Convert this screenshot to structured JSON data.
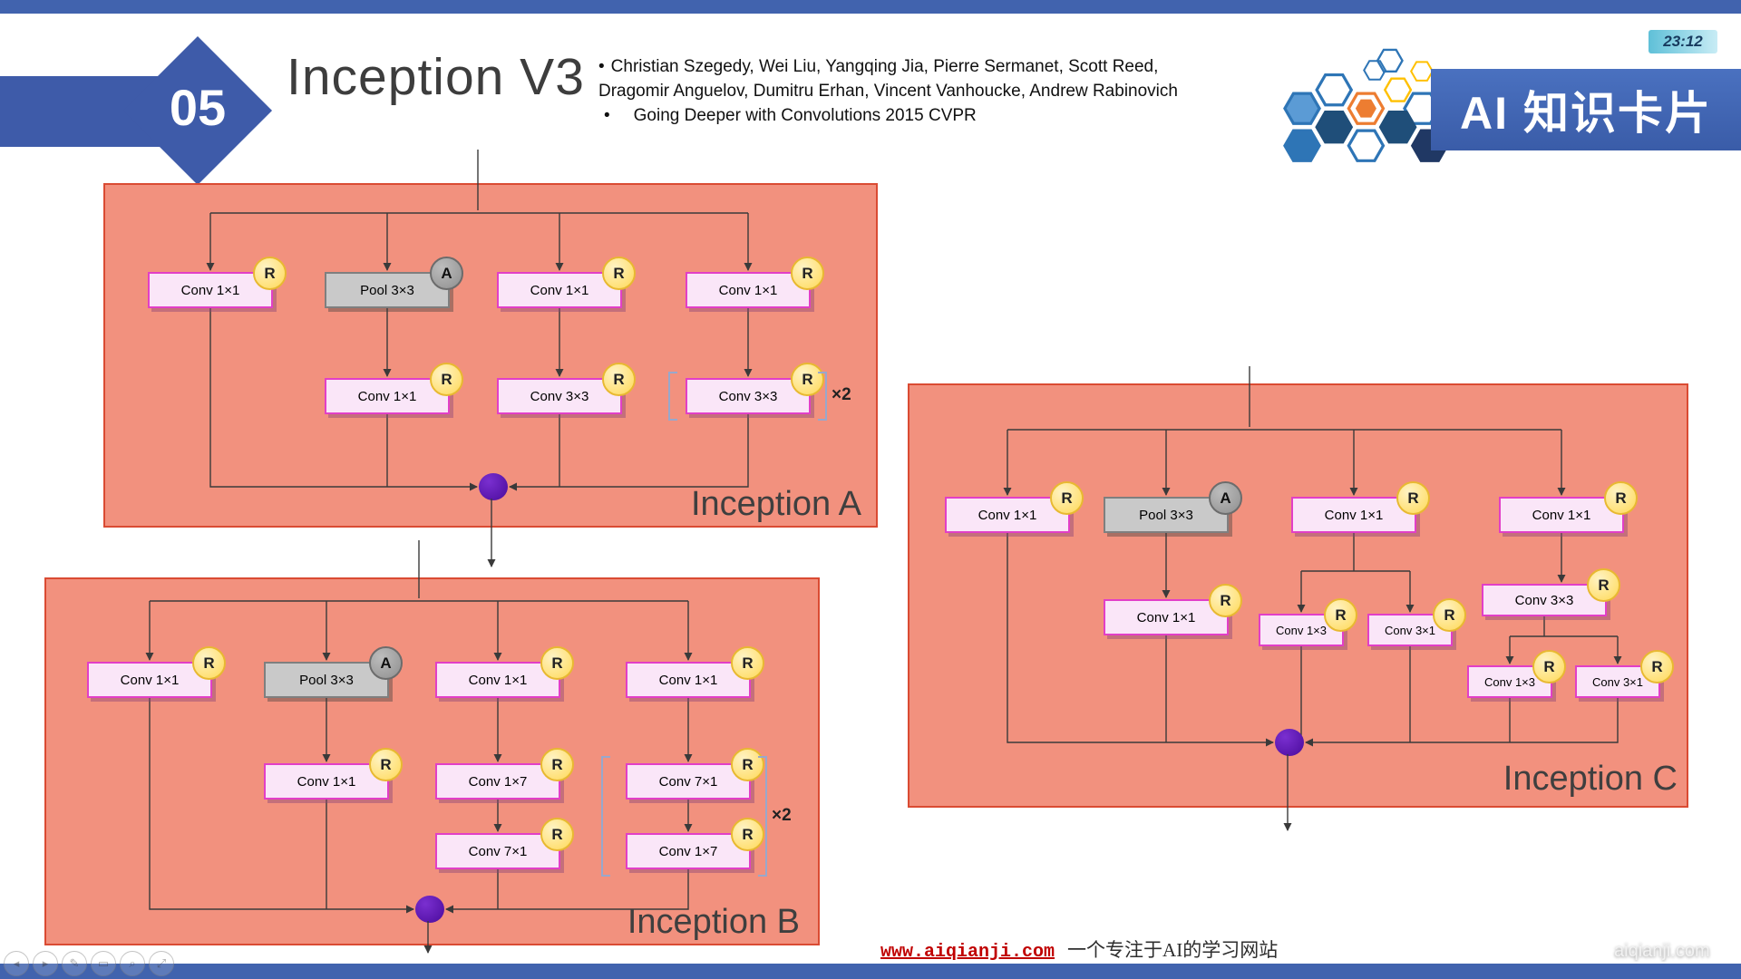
{
  "header": {
    "slide_number": "05",
    "title": "Inception V3",
    "bullet": "•",
    "authors_line1": "Christian Szegedy, Wei Liu, Yangqing Jia, Pierre Sermanet, Scott Reed,",
    "authors_line2": "Dragomir Anguelov, Dumitru Erhan, Vincent Vanhoucke, Andrew Rabinovich",
    "paper_line": "Going Deeper with Convolutions 2015 CVPR",
    "brand": "AI 知识卡片",
    "clock": "23:12"
  },
  "badges": {
    "relu": "R",
    "avg_pool": "A"
  },
  "panels": {
    "a": {
      "label": "Inception A",
      "multiplier": "×2",
      "nodes": {
        "b1r1": "Conv 1×1",
        "b2r1": "Pool 3×3",
        "b3r1": "Conv 1×1",
        "b4r1": "Conv 1×1",
        "b2r2": "Conv 1×1",
        "b3r2": "Conv 3×3",
        "b4r2": "Conv 3×3"
      }
    },
    "b": {
      "label": "Inception B",
      "multiplier": "×2",
      "nodes": {
        "b1r1": "Conv 1×1",
        "b2r1": "Pool 3×3",
        "b3r1": "Conv 1×1",
        "b4r1": "Conv 1×1",
        "b2r2": "Conv 1×1",
        "b3r2": "Conv 1×7",
        "b4r2": "Conv 7×1",
        "b3r3": "Conv 7×1",
        "b4r3": "Conv 1×7"
      }
    },
    "c": {
      "label": "Inception C",
      "nodes": {
        "b1r1": "Conv 1×1",
        "b2r1": "Pool 3×3",
        "b3r1": "Conv 1×1",
        "b4r1": "Conv 1×1",
        "b2r2": "Conv 1×1",
        "b3s1": "Conv 1×3",
        "b3s2": "Conv 3×1",
        "b4r2": "Conv 3×3",
        "b4s1": "Conv 1×3",
        "b4s2": "Conv 3×1"
      }
    }
  },
  "footer": {
    "link": "www.aiqianji.com",
    "tagline": "一个专注于AI的学习网站",
    "watermark": "aiqianji.com"
  },
  "media_controls": [
    {
      "name": "previous",
      "glyph": "◂"
    },
    {
      "name": "next",
      "glyph": "▸"
    },
    {
      "name": "pencil",
      "glyph": "✎"
    },
    {
      "name": "frame",
      "glyph": "▭"
    },
    {
      "name": "magnifier",
      "glyph": "⌕"
    },
    {
      "name": "expand",
      "glyph": "⤢"
    }
  ],
  "colors": {
    "bar_blue": "#4163AE",
    "brand_blue": "#3E63B2",
    "panel_fill": "#F2917E",
    "panel_border": "#DA4B33",
    "conv_fill": "#FAE6F8",
    "conv_border": "#E23FC7",
    "pool_fill": "#C9C9C9",
    "badge_r_fill": "#FFE793",
    "badge_a_fill": "#9B9B9B",
    "merge_purple": "#5213A8",
    "wire": "#3A3A3A"
  }
}
